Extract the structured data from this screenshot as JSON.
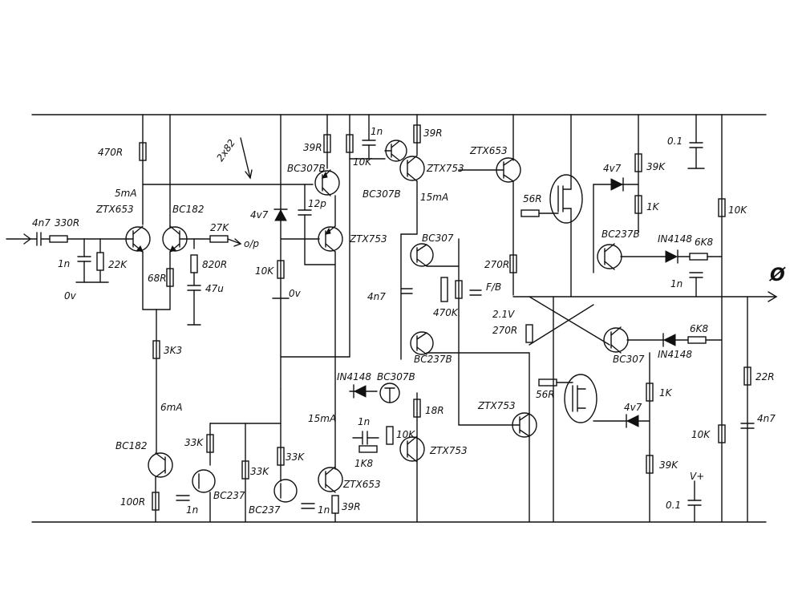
{
  "labels": {
    "c_in": "4n7",
    "r_in": "330R",
    "c_1n_in": "1n",
    "r_22k": "22K",
    "ov_in": "0v",
    "r_470r": "470R",
    "cur_5ma": "5mA",
    "q_ztx653_in": "ZTX653",
    "q_bc182_top": "BC182",
    "r_27k": "27K",
    "op_out": "o/p",
    "r_820r": "820R",
    "c_47u": "47u",
    "r_68r": "68R",
    "r_3k3": "3K3",
    "cur_6ma": "6mA",
    "note_2x82": "2x82",
    "r_39r_top": "39R",
    "q_bc307b_top": "BC307B",
    "c_12p": "12p",
    "z_4v7_left": "4v7",
    "r_10k_left": "10K",
    "ov_mid": "0v",
    "q_ztx753_mid": "ZTX753",
    "c_1n_top": "1n",
    "r_10k_top": "10K",
    "q_bc307b_top2": "BC307B",
    "r_39r_top2": "39R",
    "q_ztx753_top": "ZTX753",
    "cur_15ma_top": "15mA",
    "q_bc307_mid": "BC307",
    "c_4n7_mid": "4n7",
    "r_470k": "470K",
    "r_270r_top": "270R",
    "fb": "F/B",
    "v_21": "2.1V",
    "r_270r_bot": "270R",
    "q_bc237b_mid": "BC237B",
    "q_ztx653_out": "ZTX653",
    "r_56r_top": "56R",
    "z_4v7_right_top": "4v7",
    "r_39k_top": "39K",
    "r_1k_top": "1K",
    "c_01_top": "0.1",
    "r_10k_rail_top": "10K",
    "q_bc237b_right": "BC237B",
    "d_in4148_top": "IN4148",
    "r_6k8_top": "6K8",
    "c_1n_right": "1n",
    "out_phi": "Ø",
    "d_in4148_bot": "IN4148",
    "r_6k8_bot": "6K8",
    "q_bc307_right": "BC307",
    "r_22r": "22R",
    "c_4n7_right": "4n7",
    "r_10k_rail_bot": "10K",
    "r_1k_bot": "1K",
    "z_4v7_right_bot": "4v7",
    "r_39k_bot": "39K",
    "v_plus": "V+",
    "c_01_bot": "0.1",
    "q_ztx753_out": "ZTX753",
    "r_56r_bot": "56R",
    "d_in4148_mid": "IN4148",
    "q_bc307b_bot": "BC307B",
    "r_18r": "18R",
    "cur_15ma_bot": "15mA",
    "c_1n_bot": "1n",
    "r_10k_bot": "10K",
    "r_1k8": "1K8",
    "q_ztx753_bot": "ZTX753",
    "q_bc182_bot": "BC182",
    "r_33k_a": "33K",
    "r_33k_b": "33K",
    "r_33k_c": "33K",
    "q_ztx653_bot": "ZTX653",
    "r_100r": "100R",
    "c_1n_bl": "1n",
    "q_bc237_a": "BC237",
    "q_bc237_b": "BC237",
    "c_1n_bm": "1n",
    "r_39r_bot": "39R"
  }
}
